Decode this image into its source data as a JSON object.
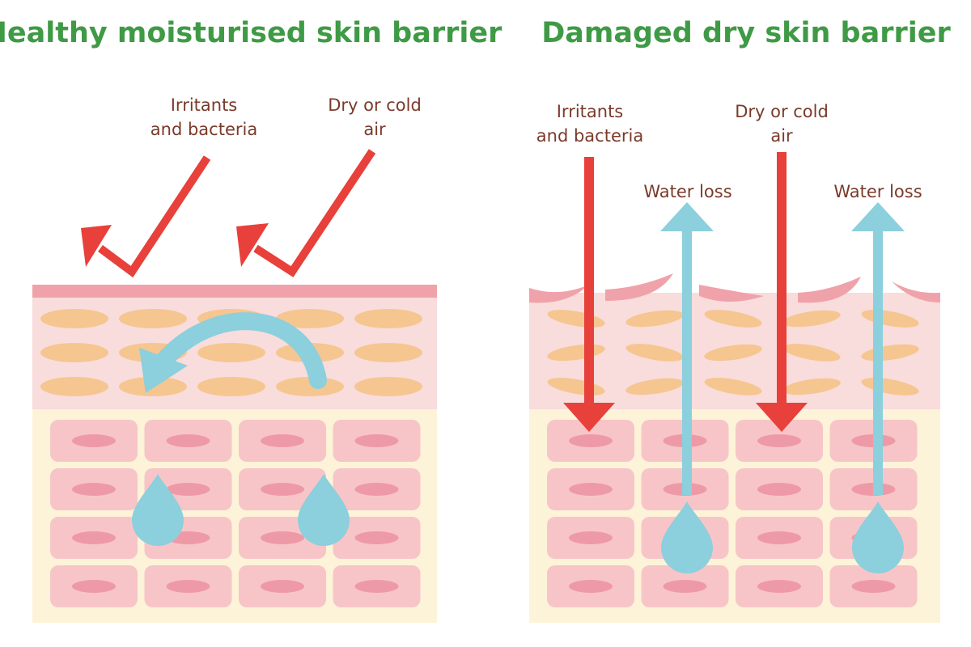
{
  "panels": {
    "healthy": {
      "title": "Healthy moisturised skin barrier",
      "label_irritants_1": "Irritants",
      "label_irritants_2": "and bacteria",
      "label_air_1": "Dry or cold",
      "label_air_2": "air"
    },
    "damaged": {
      "title": "Damaged dry skin barrier",
      "label_irritants_1": "Irritants",
      "label_irritants_2": "and bacteria",
      "label_air_1": "Dry or cold",
      "label_air_2": "air",
      "label_water_loss_1": "Water loss",
      "label_water_loss_2": "Water loss"
    }
  },
  "colors": {
    "title": "#3f9a45",
    "label": "#7a3a2a",
    "red_arrow": "#e8403a",
    "water": "#8ccfdd",
    "upper_layer": "#f9dcdc",
    "lower_layer": "#fdf3d8",
    "lipid": "#f5c690",
    "cell": "#f7c5c8",
    "nucleus": "#ee9aa6",
    "barrier": "#f0a2aa"
  }
}
